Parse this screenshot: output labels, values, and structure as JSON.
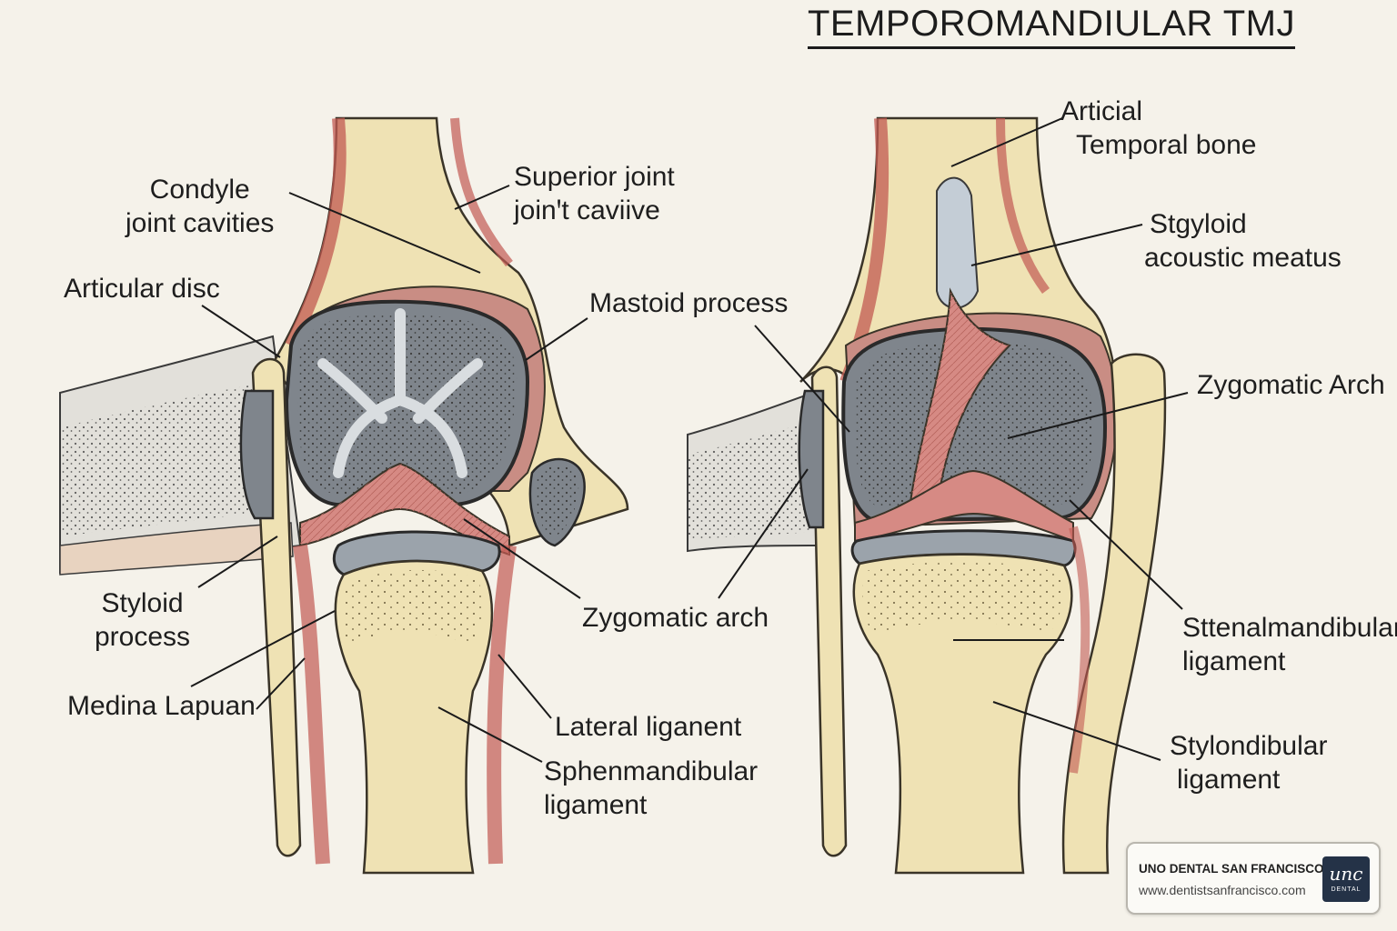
{
  "title": "TEMPOROMANDIULAR TMJ",
  "left_labels": {
    "condyle_line1": "Condyle",
    "condyle_line2": "joint cavities",
    "superior_line1": "Superior  joint",
    "superior_line2": "joinꞌt caviive",
    "articular_disc": "Articular disc",
    "mastoid": "Mastoid process",
    "styloid_line1": "Styloid",
    "styloid_line2": "process",
    "medina": "Medina Lapuan",
    "zygomatic": "Zygomatic arch",
    "lateral": "Lateral liganent",
    "sphen_line1": "Sphenmandibular",
    "sphen_line2": "ligament"
  },
  "right_labels": {
    "articial_line1": "Articial",
    "articial_line2": "Temporal bone",
    "stgyloid_line1": "Stgyloid",
    "stgyloid_line2": "acoustic meatus",
    "zygomatic": "Zygomatic Arch",
    "sttenal_line1": "Sttenalmandibular",
    "sttenal_line2": "ligament",
    "stylond_line1": "Stylondibular",
    "stylond_line2": "ligament"
  },
  "badge": {
    "name": "UNO DENTAL SAN FRANCISCO",
    "url": "www.dentistsanfrancisco.com",
    "logo_text": "unc",
    "logo_sub": "DENTAL"
  },
  "colors": {
    "bone": "#efe2b4",
    "bone_outline": "#3a3428",
    "cartilage": "#9ba3ab",
    "condyle_fill": "#7f858c",
    "ligament": "#d68a84",
    "synovium": "#c98d84",
    "background": "#f5f2ea"
  }
}
